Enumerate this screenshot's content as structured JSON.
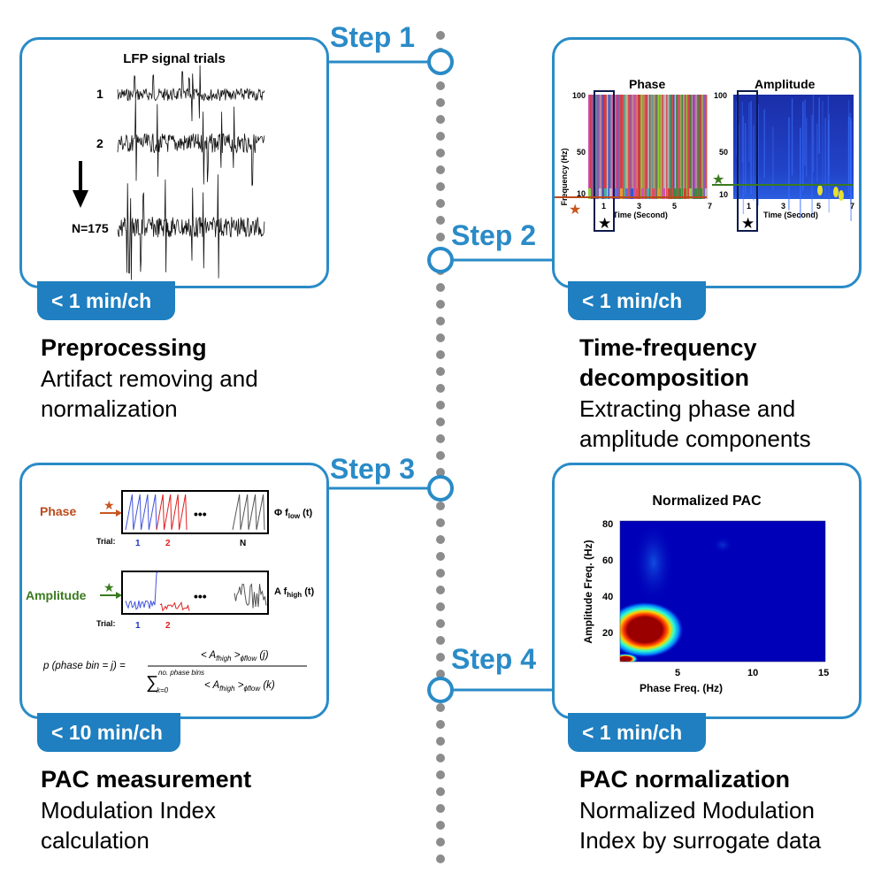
{
  "steps": {
    "s1": "Step 1",
    "s2": "Step 2",
    "s3": "Step 3",
    "s4": "Step 4"
  },
  "panel1": {
    "heading": "LFP signal trials",
    "trial_1": "1",
    "trial_2": "2",
    "trial_n": "N=175",
    "badge": "< 1 min/ch",
    "title": "Preprocessing",
    "desc_1": "Artifact removing and",
    "desc_2": "normalization"
  },
  "panel2": {
    "phase_title": "Phase",
    "amp_title": "Amplitude",
    "y_axis_label": "Frequency (Hz)",
    "y_ticks": [
      "100",
      "50",
      "10"
    ],
    "x_ticks": [
      "1",
      "3",
      "5",
      "7"
    ],
    "x_axis_label": "Time (Second)",
    "badge": "< 1 min/ch",
    "title_1": "Time-frequency",
    "title_2": "decomposition",
    "desc_1": "Extracting phase and",
    "desc_2": "amplitude components"
  },
  "panel3": {
    "phase_label": "Phase",
    "amp_label": "Amplitude",
    "trial_label": "Trial:",
    "trial_1": "1",
    "trial_2": "2",
    "trial_n": "N",
    "ellipsis": "•••",
    "phi_label": "Φ f",
    "phi_sub": "low",
    "phi_t": " (t)",
    "a_label": "A f",
    "a_sub": "high",
    "a_t": " (t)",
    "formula_lhs": "p (phase bin = j) =",
    "formula_num": "< A",
    "formula_num_sub": "fhigh",
    "formula_num_rest": " >",
    "formula_num_sub2": "ϕflow",
    "formula_num_j": " (j)",
    "formula_sum": "∑",
    "formula_sum_top": "no. phase bins",
    "formula_sum_bottom": "k=0",
    "formula_den": "< A",
    "formula_den_sub": "fhigh",
    "formula_den_rest": " >",
    "formula_den_sub2": "ϕflow",
    "formula_den_k": " (k)",
    "badge": "< 10 min/ch",
    "title": "PAC measurement",
    "desc_1": "Modulation Index",
    "desc_2": "calculation"
  },
  "panel4": {
    "heading": "Normalized PAC",
    "y_axis_label": "Amplitude Freq. (Hz)",
    "x_axis_label": "Phase Freq. (Hz)",
    "y_ticks": [
      "80",
      "60",
      "40",
      "20"
    ],
    "x_ticks": [
      "5",
      "10",
      "15"
    ],
    "badge": "< 1 min/ch",
    "title": "PAC normalization",
    "desc_1": "Normalized Modulation",
    "desc_2": "Index by surrogate data"
  },
  "colors": {
    "accent": "#2a8bc7",
    "badge": "#1f7fc0",
    "phase_label": "#b84a1a",
    "amp_label": "#3a7a1e",
    "trial1": "#2233cc",
    "trial2": "#e02020"
  }
}
